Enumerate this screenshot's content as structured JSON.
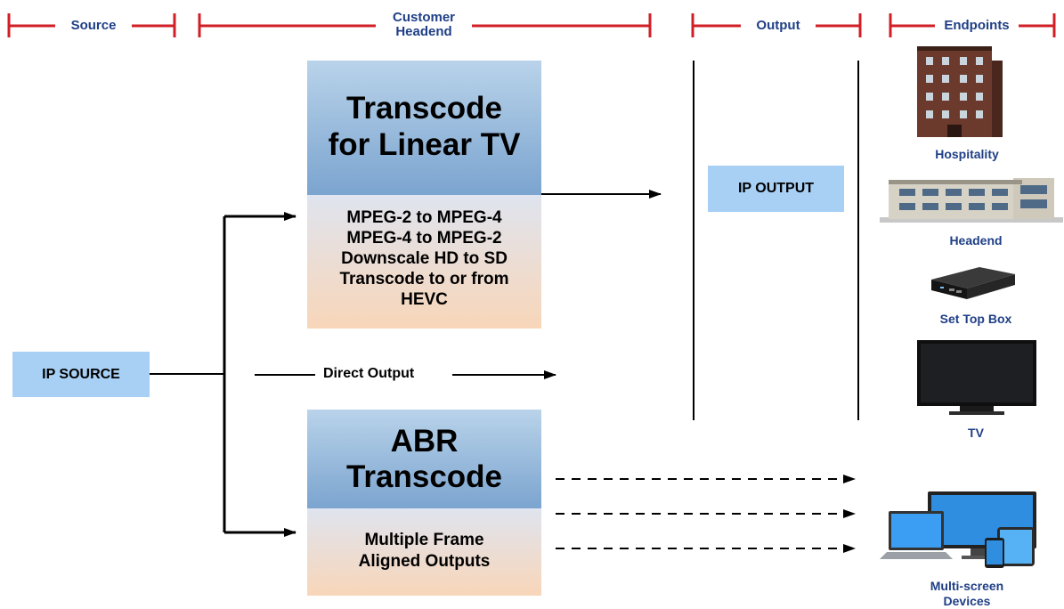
{
  "headers": {
    "source": "Source",
    "customer_headend_line1": "Customer",
    "customer_headend_line2": "Headend",
    "output": "Output",
    "endpoints": "Endpoints"
  },
  "linear": {
    "title_line1": "Transcode",
    "title_line2": "for Linear TV",
    "items": [
      "MPEG-2 to MPEG-4",
      "MPEG-4 to MPEG-2",
      "Downscale HD to SD",
      "Transcode to or from",
      "HEVC"
    ]
  },
  "abr": {
    "title_line1": "ABR",
    "title_line2": "Transcode",
    "body_line1": "Multiple Frame",
    "body_line2": "Aligned Outputs"
  },
  "ip_source": "IP SOURCE",
  "ip_output": "IP OUTPUT",
  "direct_output": "Direct Output",
  "endpoints": {
    "hospitality": "Hospitality",
    "headend": "Headend",
    "set_top_box": "Set Top Box",
    "tv": "TV",
    "multiscreen_line1": "Multi-screen",
    "multiscreen_line2": "Devices"
  },
  "colors": {
    "bracket_red": "#d01f26",
    "header_blue": "#1f3f86",
    "pill_blue": "#a8d0f5"
  },
  "icons": [
    "building-icon",
    "headend-building-icon",
    "set-top-box-icon",
    "tv-icon",
    "multiscreen-devices-icon"
  ]
}
